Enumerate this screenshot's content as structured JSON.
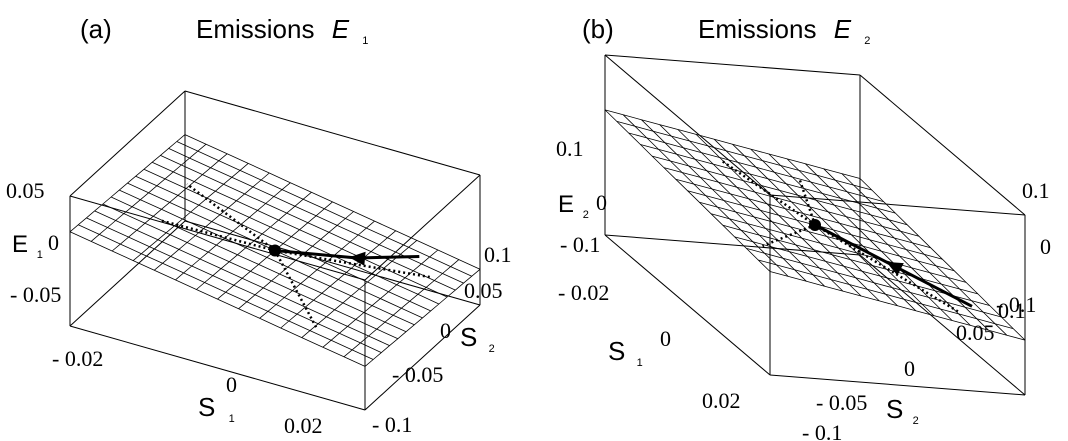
{
  "chart_data": [
    {
      "type": "surface3d",
      "panel_label": "(a)",
      "title_text": "Emissions",
      "title_var": "E",
      "title_sub": "1",
      "zlabel_var": "E",
      "zlabel_sub": "1",
      "zticks": [
        "0.05",
        "0",
        "- 0.05"
      ],
      "xlabel_var": "S",
      "xlabel_sub": "1",
      "xticks": [
        "- 0.02",
        "0",
        "0.02"
      ],
      "ylabel_var": "S",
      "ylabel_sub": "2",
      "yticks": [
        "0.1",
        "0.05",
        "0",
        "- 0.05",
        "- 0.1"
      ],
      "s1_range": [
        -0.03,
        0.03
      ],
      "s2_range": [
        -0.1,
        0.1
      ],
      "z_range": [
        -0.07,
        0.07
      ],
      "grid_divisions": 14,
      "surface_slope_s1": -1.3,
      "surface_slope_s2": -0.2,
      "trajectory": [
        [
          0.02,
          0.08
        ],
        [
          0.012,
          0.04
        ],
        [
          0.0,
          0.0
        ]
      ],
      "fixed_point": [
        0.0,
        0.0
      ]
    },
    {
      "type": "surface3d",
      "panel_label": "(b)",
      "title_text": "Emissions",
      "title_var": "E",
      "title_sub": "2",
      "zlabel_var": "E",
      "zlabel_sub": "2",
      "zticks": [
        "0.1",
        "0",
        "- 0.1"
      ],
      "zticks_right": [
        "0.1",
        "0",
        "- 0.1"
      ],
      "xlabel_var": "S",
      "xlabel_sub": "1",
      "xticks": [
        "- 0.02",
        "0",
        "0.02"
      ],
      "ylabel_var": "S",
      "ylabel_sub": "2",
      "yticks": [
        "0.1",
        "0.05",
        "0",
        "- 0.05",
        "- 0.1"
      ],
      "s1_range": [
        -0.03,
        0.03
      ],
      "s2_range": [
        -0.1,
        0.1
      ],
      "z_range": [
        -0.12,
        0.12
      ],
      "grid_divisions": 14,
      "surface_slope_s1": -0.4,
      "surface_slope_s2": -0.9,
      "trajectory": [
        [
          0.02,
          0.08
        ],
        [
          0.01,
          0.04
        ],
        [
          0.0,
          0.0
        ]
      ],
      "fixed_point": [
        0.0,
        0.0
      ]
    }
  ]
}
